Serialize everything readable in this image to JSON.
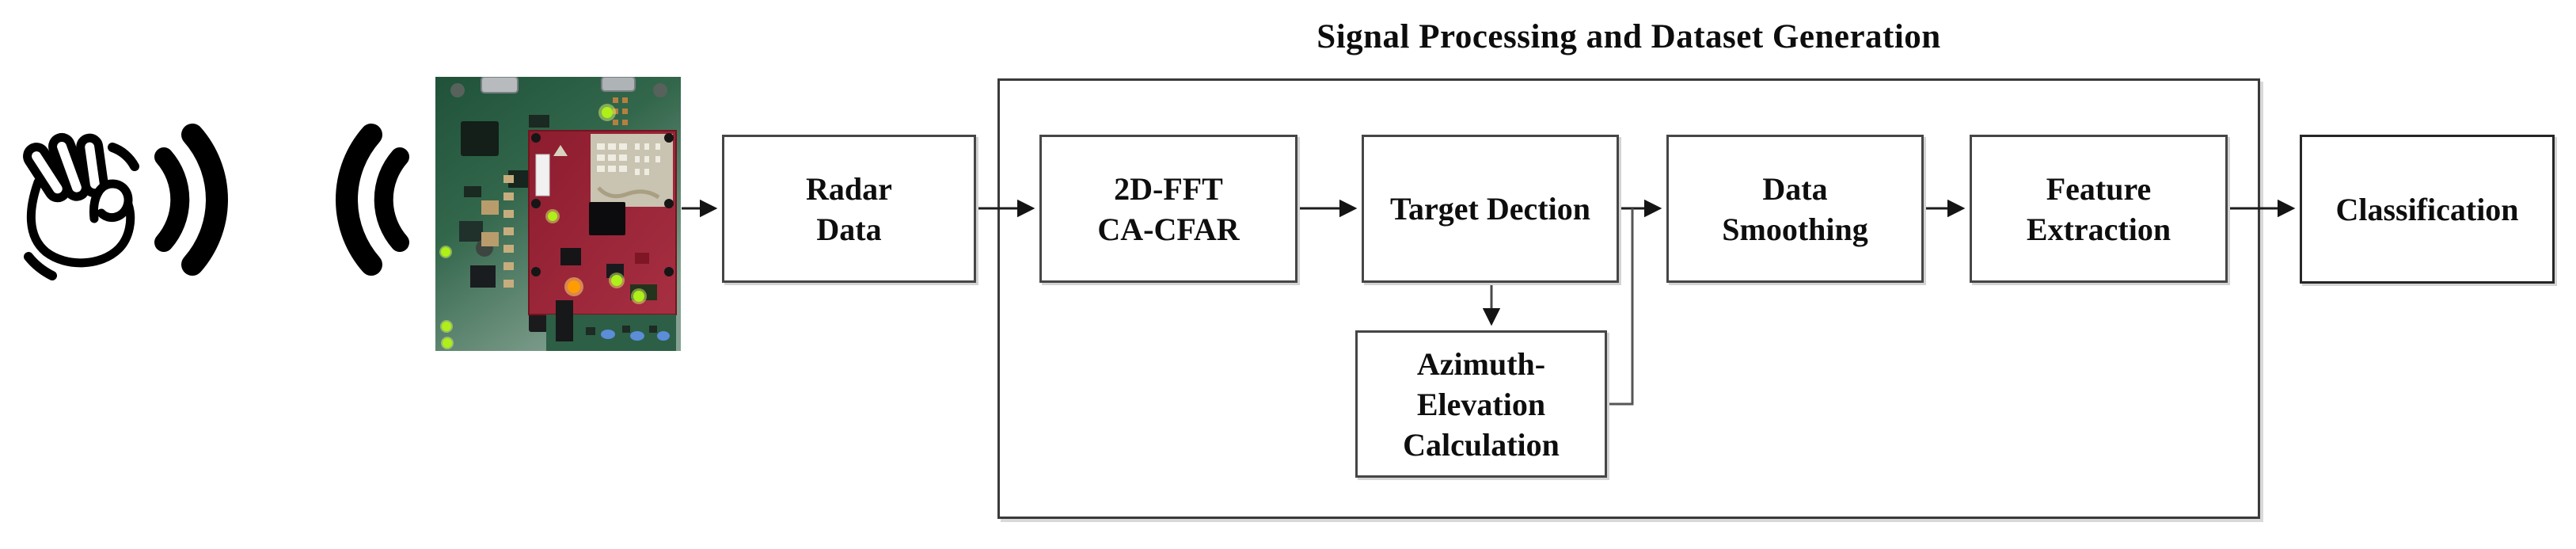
{
  "figure": {
    "title": "Signal Processing and Dataset Generation",
    "nodes": [
      {
        "id": "radar-data",
        "label": "Radar\nData"
      },
      {
        "id": "fft-cacfar",
        "label": "2D-FFT\nCA-CFAR"
      },
      {
        "id": "target-detection",
        "label": "Target Dection"
      },
      {
        "id": "azimuth-elevation",
        "label": "Azimuth-\nElevation\nCalculation"
      },
      {
        "id": "data-smoothing",
        "label": "Data\nSmoothing"
      },
      {
        "id": "feature-extraction",
        "label": "Feature\nExtraction"
      },
      {
        "id": "classification",
        "label": "Classification"
      }
    ],
    "edges": [
      {
        "from": "hand-gesture",
        "to": "radar-board"
      },
      {
        "from": "radar-board",
        "to": "radar-data"
      },
      {
        "from": "radar-data",
        "to": "fft-cacfar"
      },
      {
        "from": "fft-cacfar",
        "to": "target-detection"
      },
      {
        "from": "target-detection",
        "to": "data-smoothing"
      },
      {
        "from": "target-detection",
        "to": "azimuth-elevation"
      },
      {
        "from": "azimuth-elevation",
        "to": "data-smoothing"
      },
      {
        "from": "data-smoothing",
        "to": "feature-extraction"
      },
      {
        "from": "feature-extraction",
        "to": "classification"
      }
    ],
    "icons": [
      {
        "name": "waving-hand-icon"
      },
      {
        "name": "radar-wave-outgoing-icon"
      },
      {
        "name": "radar-wave-incoming-icon"
      },
      {
        "name": "radar-board-image"
      }
    ],
    "colors": {
      "background": "#ffffff",
      "text": "#0e0e0e",
      "box_border": "#464646",
      "container_border": "#3a3a3a",
      "arrow": "#1c1c1c",
      "pcb_green": "#2c6248",
      "pcb_red": "#9c2033",
      "led_green": "#aef017",
      "led_orange": "#ff9c00"
    }
  }
}
